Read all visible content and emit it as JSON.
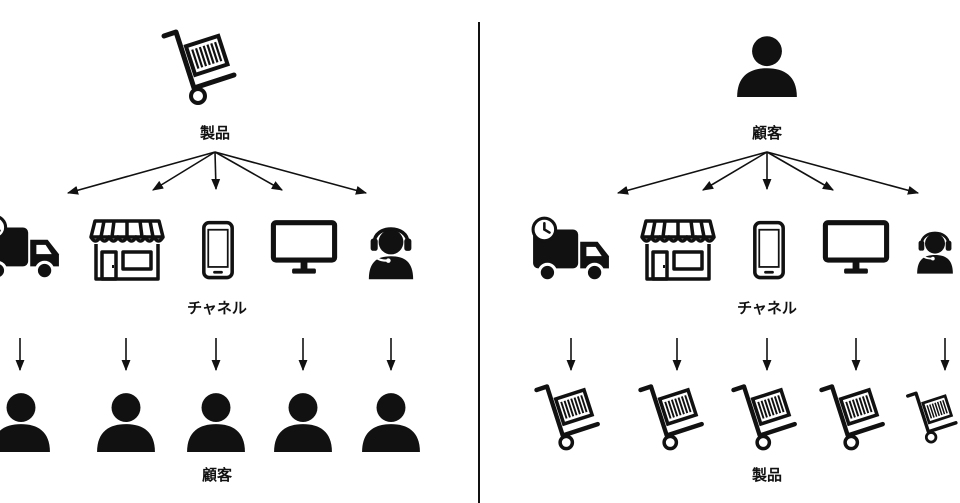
{
  "left_panel": {
    "top_label": "製品",
    "top_icon": "cart-icon",
    "middle_label": "チャネル",
    "channel_icons": [
      "delivery-truck-icon",
      "storefront-icon",
      "smartphone-icon",
      "monitor-icon",
      "call-center-operator-icon"
    ],
    "bottom_label": "顧客",
    "bottom_icon": "person-icon"
  },
  "right_panel": {
    "top_label": "顧客",
    "top_icon": "person-icon",
    "middle_label": "チャネル",
    "channel_icons": [
      "delivery-truck-icon",
      "storefront-icon",
      "smartphone-icon",
      "monitor-icon",
      "call-center-operator-icon"
    ],
    "bottom_label": "製品",
    "bottom_icon": "cart-icon"
  },
  "colors": {
    "ink": "#111111",
    "background": "#ffffff"
  }
}
